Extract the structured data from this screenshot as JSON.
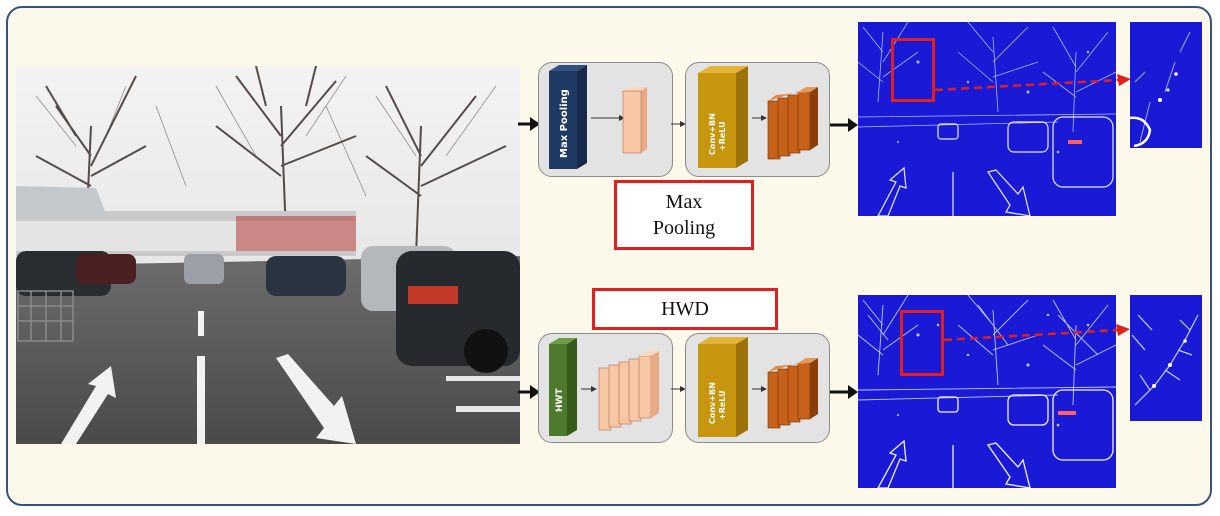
{
  "top_branch": {
    "pool_label": "Max Pooling",
    "conv_label_1": "Conv+BN",
    "conv_label_2": "+ReLU",
    "caption_line1": "Max",
    "caption_line2": "Pooling"
  },
  "bottom_branch": {
    "caption": "HWD",
    "transform_label": "HWT",
    "conv_label_1": "Conv+BN",
    "conv_label_2": "+ReLU"
  },
  "colors": {
    "frame_border": "#36527a",
    "frame_fill": "#fdf9ea",
    "highlight": "#e02020",
    "feature_map": "#1a1ad6",
    "max_pool_block": "#1f3a63",
    "hwt_block": "#4e7a2e",
    "conv_block": "#c8960e",
    "output_cubes": "#c8621a",
    "pooled_cube": "#f7c7a6"
  }
}
